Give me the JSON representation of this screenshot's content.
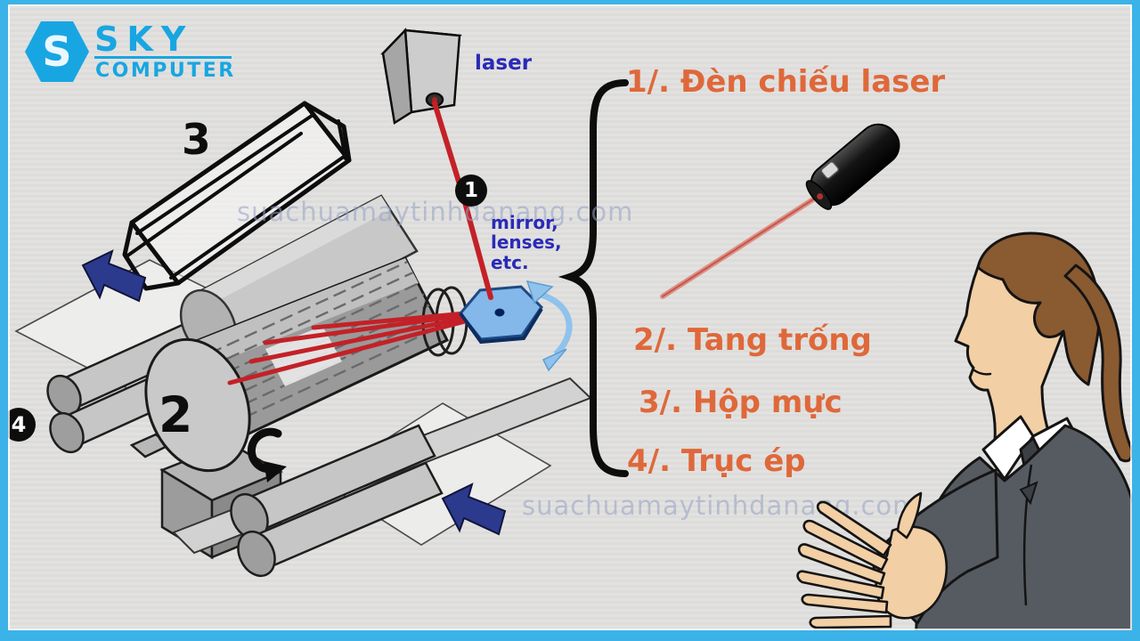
{
  "logo": {
    "title": "SKY",
    "subtitle": "COMPUTER"
  },
  "diagram": {
    "laser_label": "laser",
    "mirror_label_lines": [
      "mirror,",
      "lenses,",
      "etc."
    ],
    "badge_1": "1",
    "badge_4": "4",
    "part_2": "2",
    "part_3": "3",
    "logo_letter": "S"
  },
  "legend": {
    "items": [
      {
        "text": "1/. Đèn chiếu laser"
      },
      {
        "text": "2/. Tang trống"
      },
      {
        "text": "3/. Hộp mực"
      },
      {
        "text": "4/. Trục ép"
      }
    ]
  },
  "watermark": {
    "text": "suachuamaytinhdanang.com"
  },
  "colors": {
    "frame_cyan": "#3cb3e8",
    "logo_blue": "#18a6e2",
    "legend_orange": "#df683a",
    "label_blue": "#2a2ab8",
    "beam_red": "#c32127",
    "pointer_beam_pink": "#dd9186",
    "mirror_blue": "#84b7ea",
    "arrow_navy": "#2b3a8c",
    "background_gray": "#e1e0de"
  }
}
